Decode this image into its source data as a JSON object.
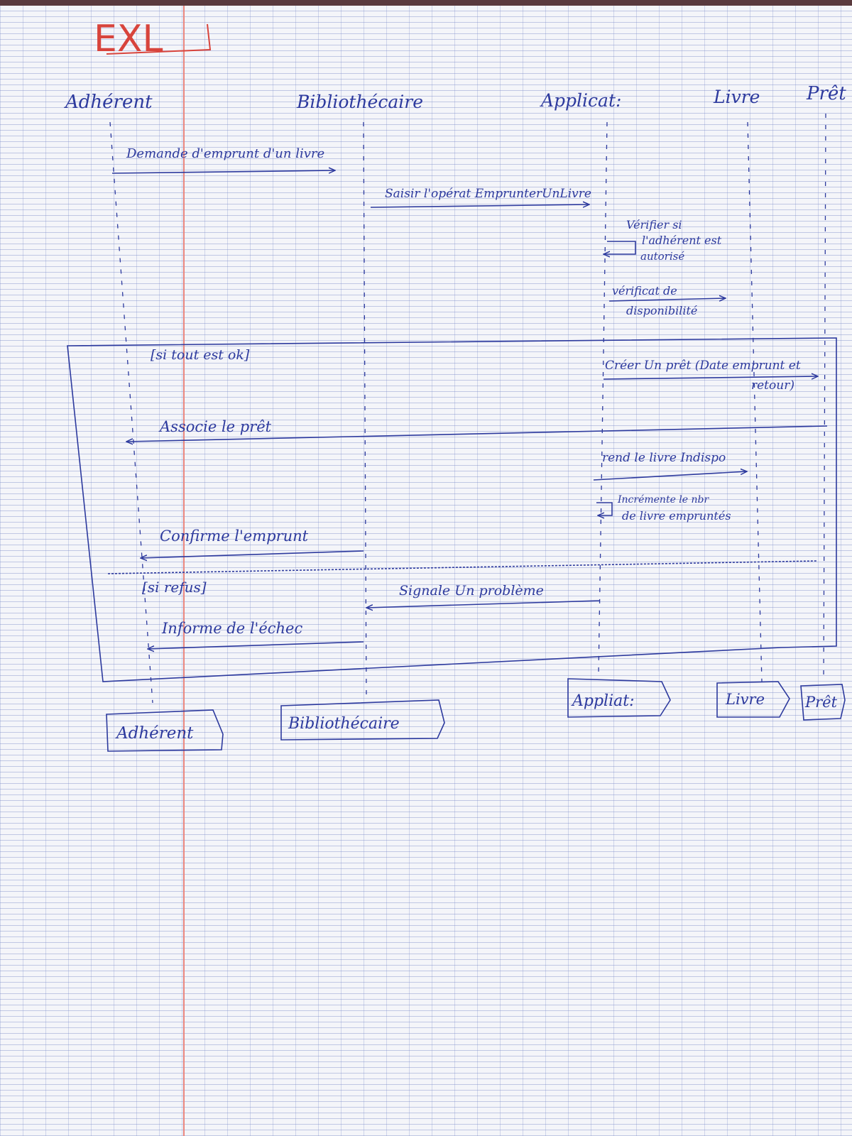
{
  "title": "EXL",
  "participants": {
    "adherent": "Adhérent",
    "bibliothecaire": "Bibliothécaire",
    "application": "Applicat:",
    "livre": "Livre",
    "pret": "Prêt"
  },
  "participants_bottom": {
    "adherent": "Adhérent",
    "bibliothecaire": "Bibliothécaire",
    "application": "Appliat:",
    "livre": "Livre",
    "pret": "Prêt"
  },
  "messages": {
    "m1": "Demande d'emprunt d'un livre",
    "m2": "Saisir l'opérat EmprunterUnLivre",
    "m3_l1": "Vérifier si",
    "m3_l2": "l'adhérent est",
    "m3_l3": "autorisé",
    "m4_l1": "vérificat de",
    "m4_l2": "disponibilité",
    "m5_l1": "Créer Un prêt (Date emprunt et",
    "m5_l2": "retour)",
    "m6": "Associe le prêt",
    "m7": "rend le livre Indispo",
    "m8_l1": "Incrémente le nbr",
    "m8_l2": "de livre empruntés",
    "m9": "Confirme l'emprunt",
    "m10": "Signale Un problème",
    "m11": "Informe de l'échec"
  },
  "guards": {
    "ok": "[si tout est ok]",
    "refus": "[si refus]"
  },
  "colors": {
    "ink": "#2d3a9e",
    "title_ink": "#d8443c",
    "paper": "#f4f5f9",
    "margin": "#e9867e"
  }
}
